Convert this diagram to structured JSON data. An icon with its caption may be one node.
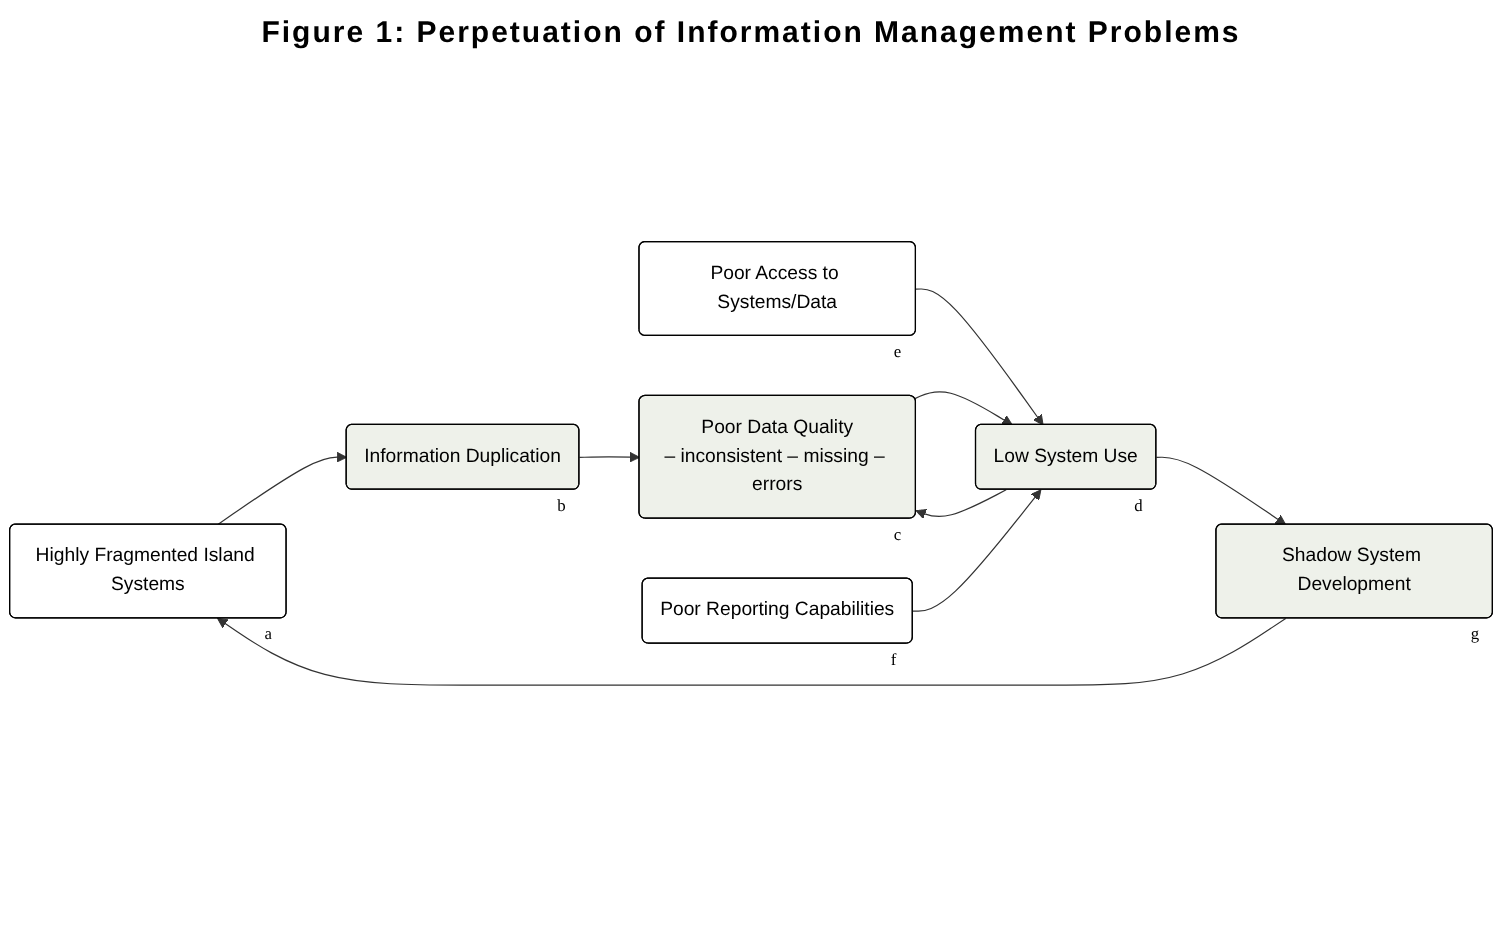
{
  "diagram": {
    "title": "Figure 1:  Perpetuation of Information Management Problems",
    "nodes": [
      {
        "text": [
          "Highly Fragmented Island Systems"
        ],
        "beside": [
          "a"
        ]
      },
      {
        "text": [
          "Poor Access to Systems/Data"
        ],
        "beside": [
          "e"
        ]
      },
      {
        "text": [
          "Shadow System Development"
        ],
        "beside": [
          "g"
        ]
      },
      {
        "text": [
          "Information Duplication"
        ],
        "beside": [
          "b"
        ]
      },
      {
        "text": [
          "Low System Use"
        ],
        "beside": [
          "d"
        ]
      },
      {
        "text": [
          "Poor Data Quality",
          "– inconsistent – missing – errors"
        ],
        "beside": [
          "c"
        ]
      },
      {
        "text": [
          "Poor Reporting Capabilities"
        ],
        "beside": [
          "f"
        ]
      }
    ],
    "edges": [
      {
        "from": 2,
        "to": 0,
        "arrow": "to"
      },
      {
        "from": 0,
        "to": 3,
        "arrow": "to"
      },
      {
        "from": 3,
        "to": 5,
        "arrow": "to"
      },
      {
        "from": 5,
        "to": 4,
        "arrow": "to"
      },
      {
        "from": 4,
        "to": 5,
        "arrow": "to"
      },
      {
        "from": 4,
        "to": 2,
        "arrow": "to"
      },
      {
        "from": 1,
        "to": 4,
        "arrow": "to"
      },
      {
        "from": 6,
        "to": 4,
        "arrow": "to"
      }
    ]
  }
}
